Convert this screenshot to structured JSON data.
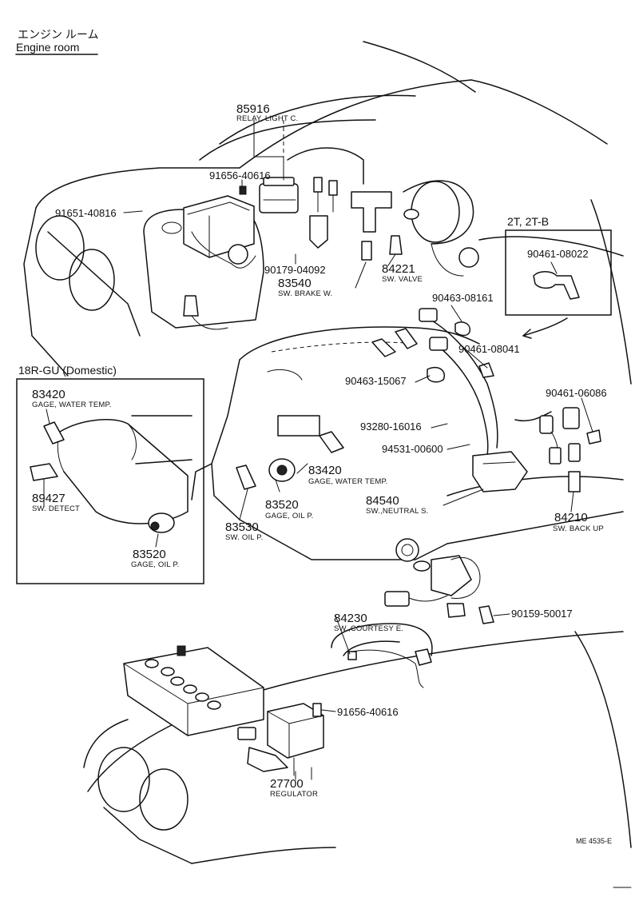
{
  "header": {
    "title_jp": "エンジン ルーム",
    "title_en": "Engine room"
  },
  "insets": {
    "variant_2t": {
      "title": "2T, 2T-B",
      "part_no": "90461-08022"
    },
    "variant_18r": {
      "title": "18R-GU (Domestic)",
      "items": [
        {
          "part_no": "83420",
          "desc": "GAGE, WATER TEMP."
        },
        {
          "part_no": "89427",
          "desc": "SW. DETECT"
        },
        {
          "part_no": "83520",
          "desc": "GAGE, OIL P."
        }
      ]
    }
  },
  "callouts": [
    {
      "part_no": "85916",
      "desc": "RELAY, LIGHT C."
    },
    {
      "part_no": "91656-40616",
      "desc": ""
    },
    {
      "part_no": "91651-40816",
      "desc": ""
    },
    {
      "part_no": "90179-04092",
      "desc": ""
    },
    {
      "part_no": "83540",
      "desc": "SW. BRAKE W."
    },
    {
      "part_no": "84221",
      "desc": "SW. VALVE"
    },
    {
      "part_no": "90463-08161",
      "desc": ""
    },
    {
      "part_no": "90461-08041",
      "desc": ""
    },
    {
      "part_no": "90463-15067",
      "desc": ""
    },
    {
      "part_no": "90461-06086",
      "desc": ""
    },
    {
      "part_no": "93280-16016",
      "desc": ""
    },
    {
      "part_no": "94531-00600",
      "desc": ""
    },
    {
      "part_no": "83420",
      "desc": "GAGE, WATER TEMP."
    },
    {
      "part_no": "83520",
      "desc": "GAGE, OIL P."
    },
    {
      "part_no": "84540",
      "desc": "SW.,NEUTRAL S."
    },
    {
      "part_no": "84210",
      "desc": "SW. BACK UP"
    },
    {
      "part_no": "83530",
      "desc": "SW. OIL P."
    },
    {
      "part_no": "84230",
      "desc": "SW.,COURTESY E."
    },
    {
      "part_no": "90159-50017",
      "desc": ""
    },
    {
      "part_no": "91656-40616",
      "desc": ""
    },
    {
      "part_no": "27700",
      "desc": "REGULATOR"
    }
  ],
  "footer": {
    "ref": "ME 4535-E"
  }
}
